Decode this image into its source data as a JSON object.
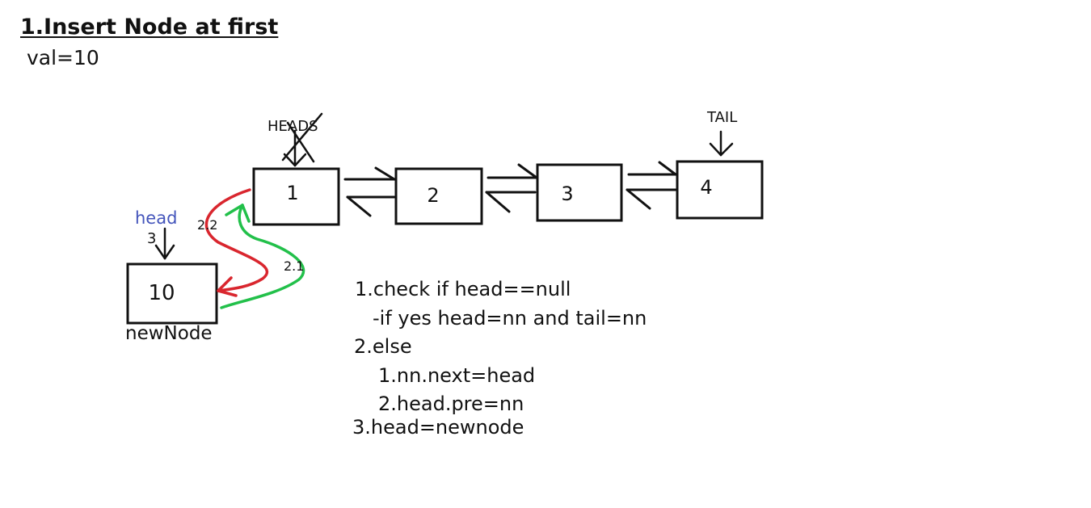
{
  "title": "1.Insert Node at first",
  "val": "val=10",
  "nodes": [
    {
      "id": "n1",
      "label": "1"
    },
    {
      "id": "n2",
      "label": "2"
    },
    {
      "id": "n3",
      "label": "3"
    },
    {
      "id": "n4",
      "label": "4"
    },
    {
      "id": "new",
      "label": "10"
    }
  ],
  "labels": {
    "heads": "HEADS",
    "tail": "TAIL",
    "head": "head",
    "head_step": "3",
    "new_node": "newNode",
    "step_2_2": "2.2",
    "step_2_1": "2.1"
  },
  "steps": [
    "1.check if head==null",
    "-if yes head=nn and tail=nn",
    "2.else",
    "1.nn.next=head",
    "2.head.pre=nn",
    "3.head=newnode"
  ],
  "colors": {
    "ink": "#111111",
    "red_arrow": "#d9262e",
    "green_arrow": "#22c04a",
    "head_label": "#4455bb"
  }
}
